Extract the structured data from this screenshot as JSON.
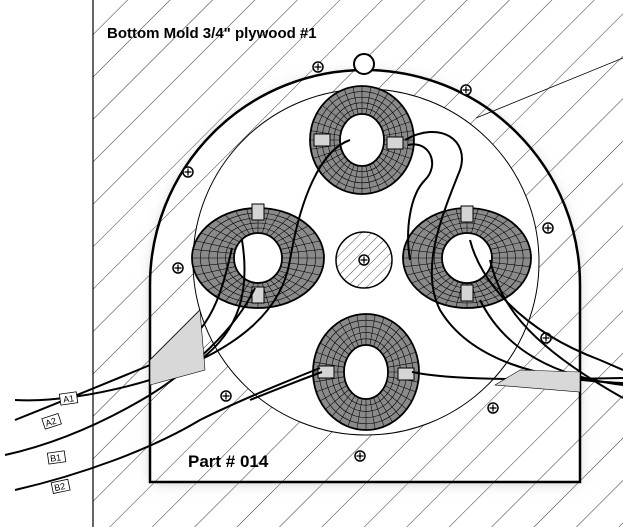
{
  "title": "Bottom Mold 3/4\" plywood #1",
  "part_label": "Part # 014",
  "wire_tags": [
    "A1",
    "A2",
    "B1",
    "B2"
  ],
  "colors": {
    "line": "#000000",
    "background": "#ffffff",
    "coil_fill": "#8a8a8a",
    "tape": "#d4d4d4",
    "shadow": "#bdbdbd"
  }
}
